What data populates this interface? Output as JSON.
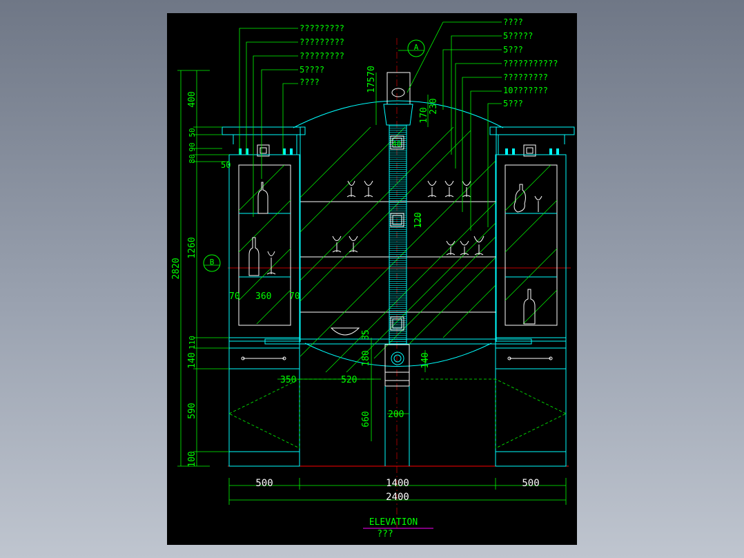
{
  "colors": {
    "paper": "#000000",
    "green": "#00ff00",
    "cyan": "#00ffff",
    "white": "#ffffff",
    "red": "#ff0000",
    "magenta": "#ff00ff",
    "hatch": "#00ff00"
  },
  "callouts_left": [
    "?????????",
    "?????????",
    "?????????",
    "5????",
    "????"
  ],
  "callouts_right": [
    "????",
    "5?????",
    "5???",
    "???????????",
    "?????????",
    "10???????",
    "5???"
  ],
  "grid_bubbles": {
    "top": "A",
    "side": "B"
  },
  "dims_left": {
    "overall": "2820",
    "d400": "400",
    "d80": "80",
    "d90": "90",
    "d50": "50",
    "d50b": "50",
    "d1260": "1260",
    "d140": "140",
    "d110": "110",
    "d590": "590",
    "d100": "100"
  },
  "dims_center": {
    "d175": "175",
    "d70": "70",
    "d170": "170",
    "d230": "230",
    "d40": "40",
    "d120": "120",
    "d35": "35",
    "d180": "180",
    "d140": "140",
    "d660": "660",
    "d200": "200",
    "d350": "350",
    "d520": "520"
  },
  "dims_shelf": {
    "a": "70",
    "b": "360",
    "c": "70"
  },
  "dims_bottom": {
    "left": "500",
    "center": "1400",
    "right": "500",
    "total": "2400"
  },
  "title": {
    "main": "ELEVATION",
    "sub": "???"
  }
}
